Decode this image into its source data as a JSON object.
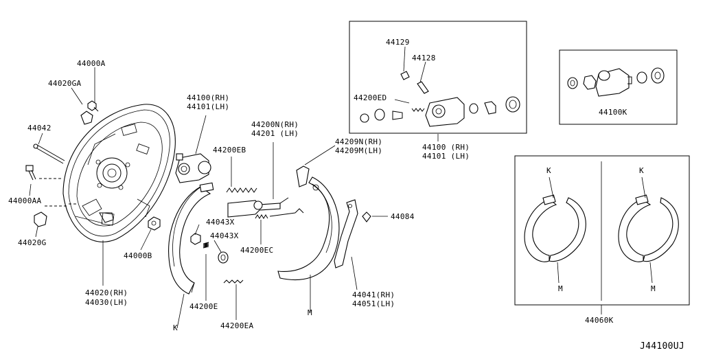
{
  "diagram": {
    "diagram_id": "J44100UJ",
    "labels": {
      "p44000A": "44000A",
      "p44020GA": "44020GA",
      "p44042": "44042",
      "p44000AA": "44000AA",
      "p44020G": "44020G",
      "p44000B": "44000B",
      "p44020_rh": "44020(RH)",
      "p44030_lh": "44030(LH)",
      "p44100_rh": "44100(RH)",
      "p44101_lh": "44101(LH)",
      "p44200EB": "44200EB",
      "p44043X_a": "44043X",
      "p44043X_b": "44043X",
      "p44200E": "44200E",
      "p44200EA": "44200EA",
      "k_main": "K",
      "p44200N_rh": "44200N(RH)",
      "p44201_lh": "44201 (LH)",
      "p44200EC": "44200EC",
      "p44209N_rh": "44209N(RH)",
      "p44209M_lh": "44209M(LH)",
      "p44084": "44084",
      "m_main": "M",
      "p44041_rh": "44041(RH)",
      "p44051_lh": "44051(LH)",
      "p44129": "44129",
      "p44128": "44128",
      "p44200ED": "44200ED",
      "box_44100_rh": "44100 (RH)",
      "box_44101_lh": "44101 (LH)",
      "p44100K": "44100K",
      "k_left": "K",
      "m_left": "M",
      "k_right": "K",
      "m_right": "M",
      "p44060K": "44060K"
    }
  }
}
